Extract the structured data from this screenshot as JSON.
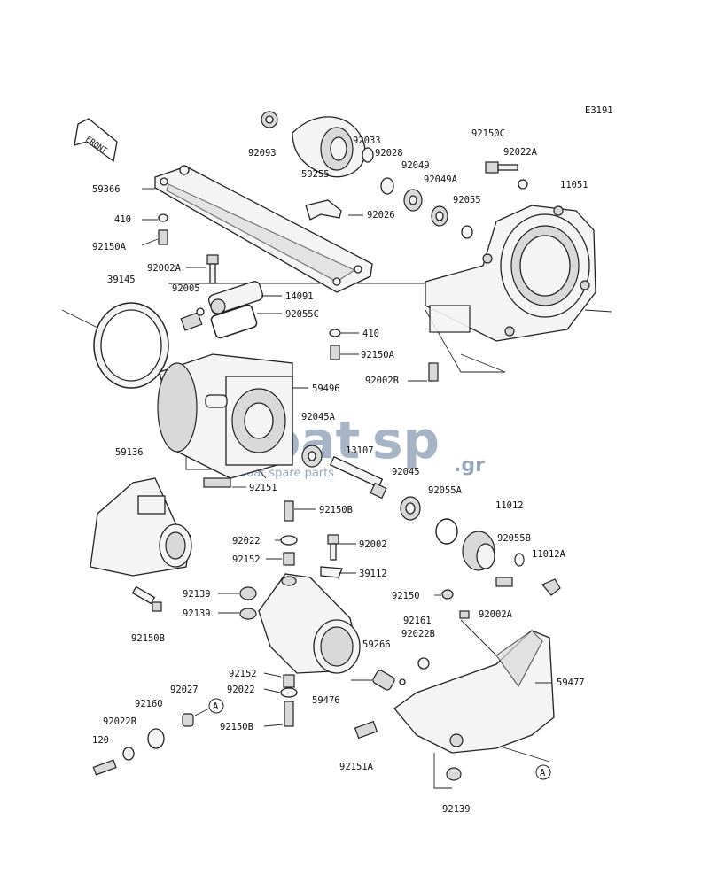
{
  "diagram_code": "E3191",
  "front_label": "FRONT",
  "callout_marker": "A",
  "watermark": {
    "brand_a": "boat",
    "brand_b": "sp",
    "domain": ".gr",
    "tagline": "boat spare parts"
  },
  "parts": {
    "p92093": "92093",
    "p92033": "92033",
    "p92028": "92028",
    "p92049": "92049",
    "p92049A": "92049A",
    "p92055": "92055",
    "p92150C": "92150C",
    "p92022A": "92022A",
    "p11051": "11051",
    "p59366": "59366",
    "p59255": "59255",
    "p92026": "92026",
    "p410a": "410",
    "p92150A_1": "92150A",
    "p92002A_1": "92002A",
    "p39145": "39145",
    "p92005": "92005",
    "p14091": "14091",
    "p92055C": "92055C",
    "p410b": "410",
    "p92150A_2": "92150A",
    "p92002B": "92002B",
    "p59496": "59496",
    "p92045A": "92045A",
    "p13107": "13107",
    "p92045": "92045",
    "p92055A": "92055A",
    "p11012": "11012",
    "p92055B": "92055B",
    "p11012A": "11012A",
    "p59136": "59136",
    "p92151": "92151",
    "p92150B_1": "92150B",
    "p92022_1": "92022",
    "p92002": "92002",
    "p92152_1": "92152",
    "p39112": "39112",
    "p92139_1": "92139",
    "p92139_2": "92139",
    "p92150": "92150",
    "p92002A_2": "92002A",
    "p92161": "92161",
    "p92150B_2": "92150B",
    "p59266": "59266",
    "p92022B_1": "92022B",
    "p59477": "59477",
    "p92152_2": "92152",
    "p92022_2": "92022",
    "p59476": "59476",
    "p92027": "92027",
    "p92160": "92160",
    "p92022B_2": "92022B",
    "p92150B_3": "92150B",
    "p120": "120",
    "p92151A": "92151A",
    "p92139_3": "92139"
  }
}
